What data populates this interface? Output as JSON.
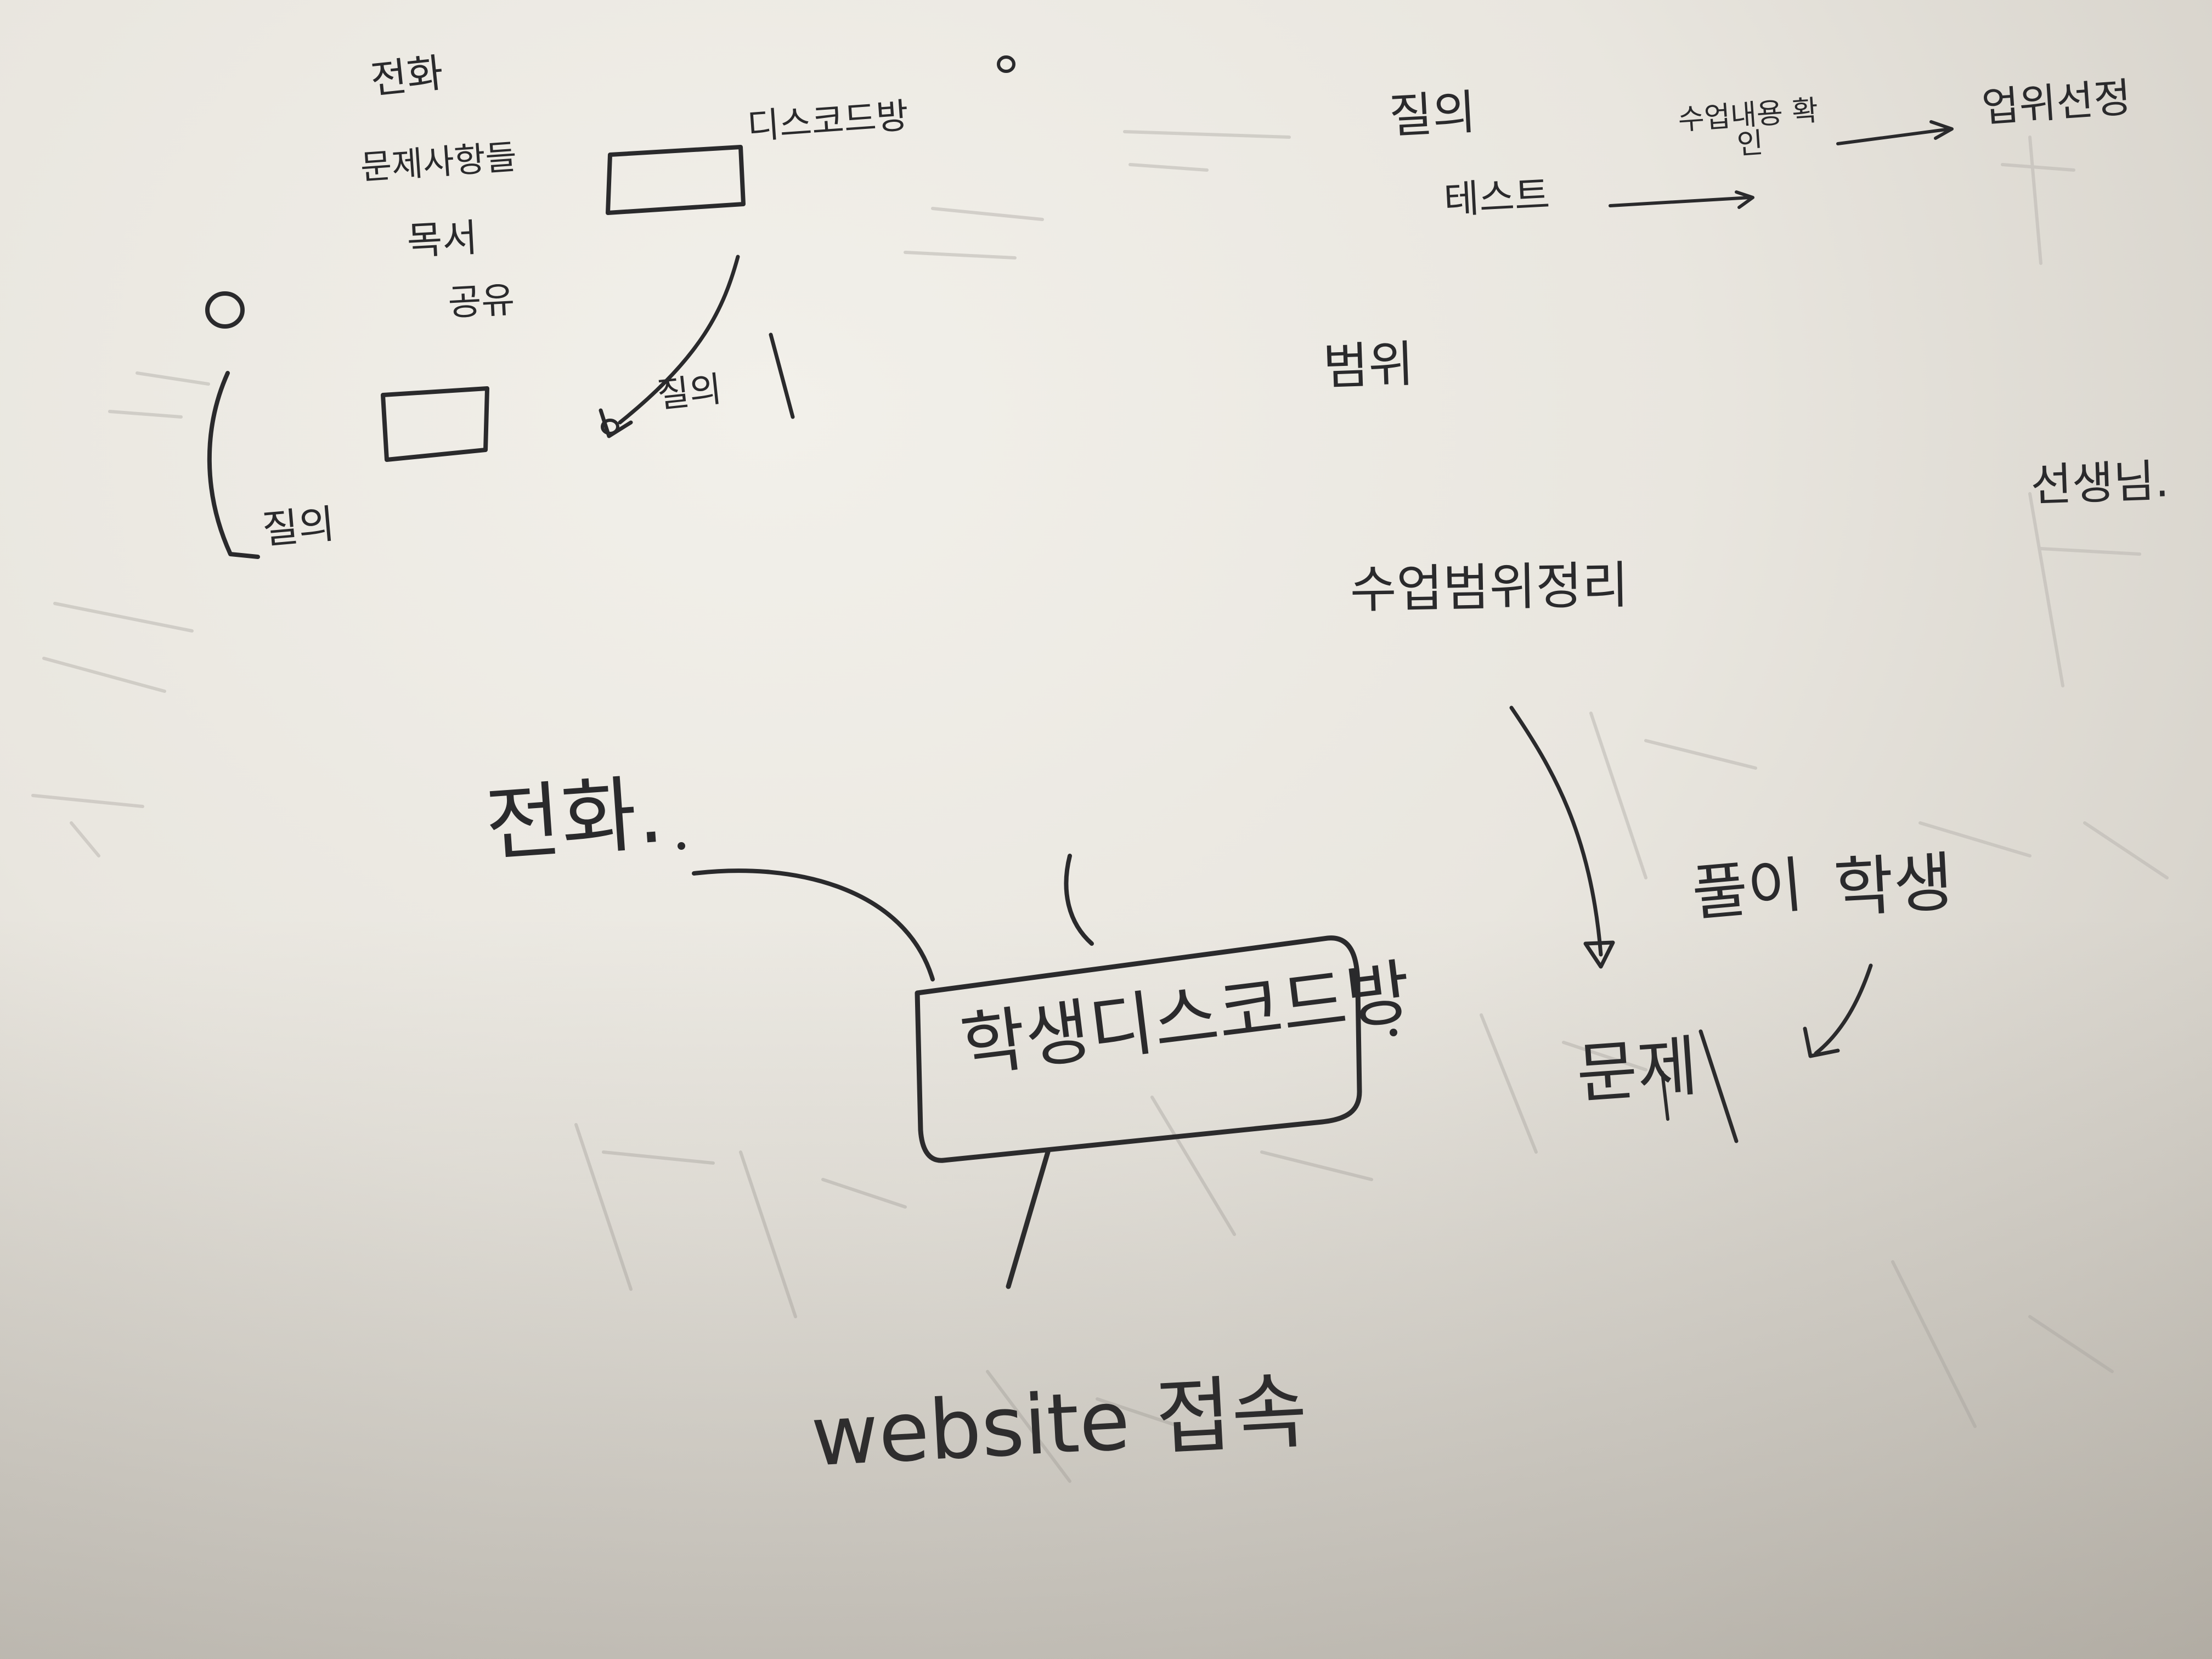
{
  "notes": {
    "top_left": {
      "line1": "전화",
      "line2": "문제사항들",
      "line3": "목서",
      "line4": "공유",
      "box_label": "디스코드방",
      "check_label": "질의",
      "bracket_label": "질의"
    },
    "top_right": {
      "line1_left": "질의",
      "line2_left": "테스트",
      "flow_mid": "수업내용 확인",
      "flow_end": "업위선정",
      "scope": "범위",
      "teacher": "선생님.",
      "lesson": "수업범위정리"
    },
    "center": {
      "phone": "전화.",
      "main_box": "학생디스코드방",
      "website": "website 접속"
    },
    "bottom_right": {
      "solve": "풀이",
      "student": "학생",
      "problem": "문제"
    }
  },
  "colors": {
    "ink": "#2a2a2c",
    "paper": "#ece9e2"
  }
}
